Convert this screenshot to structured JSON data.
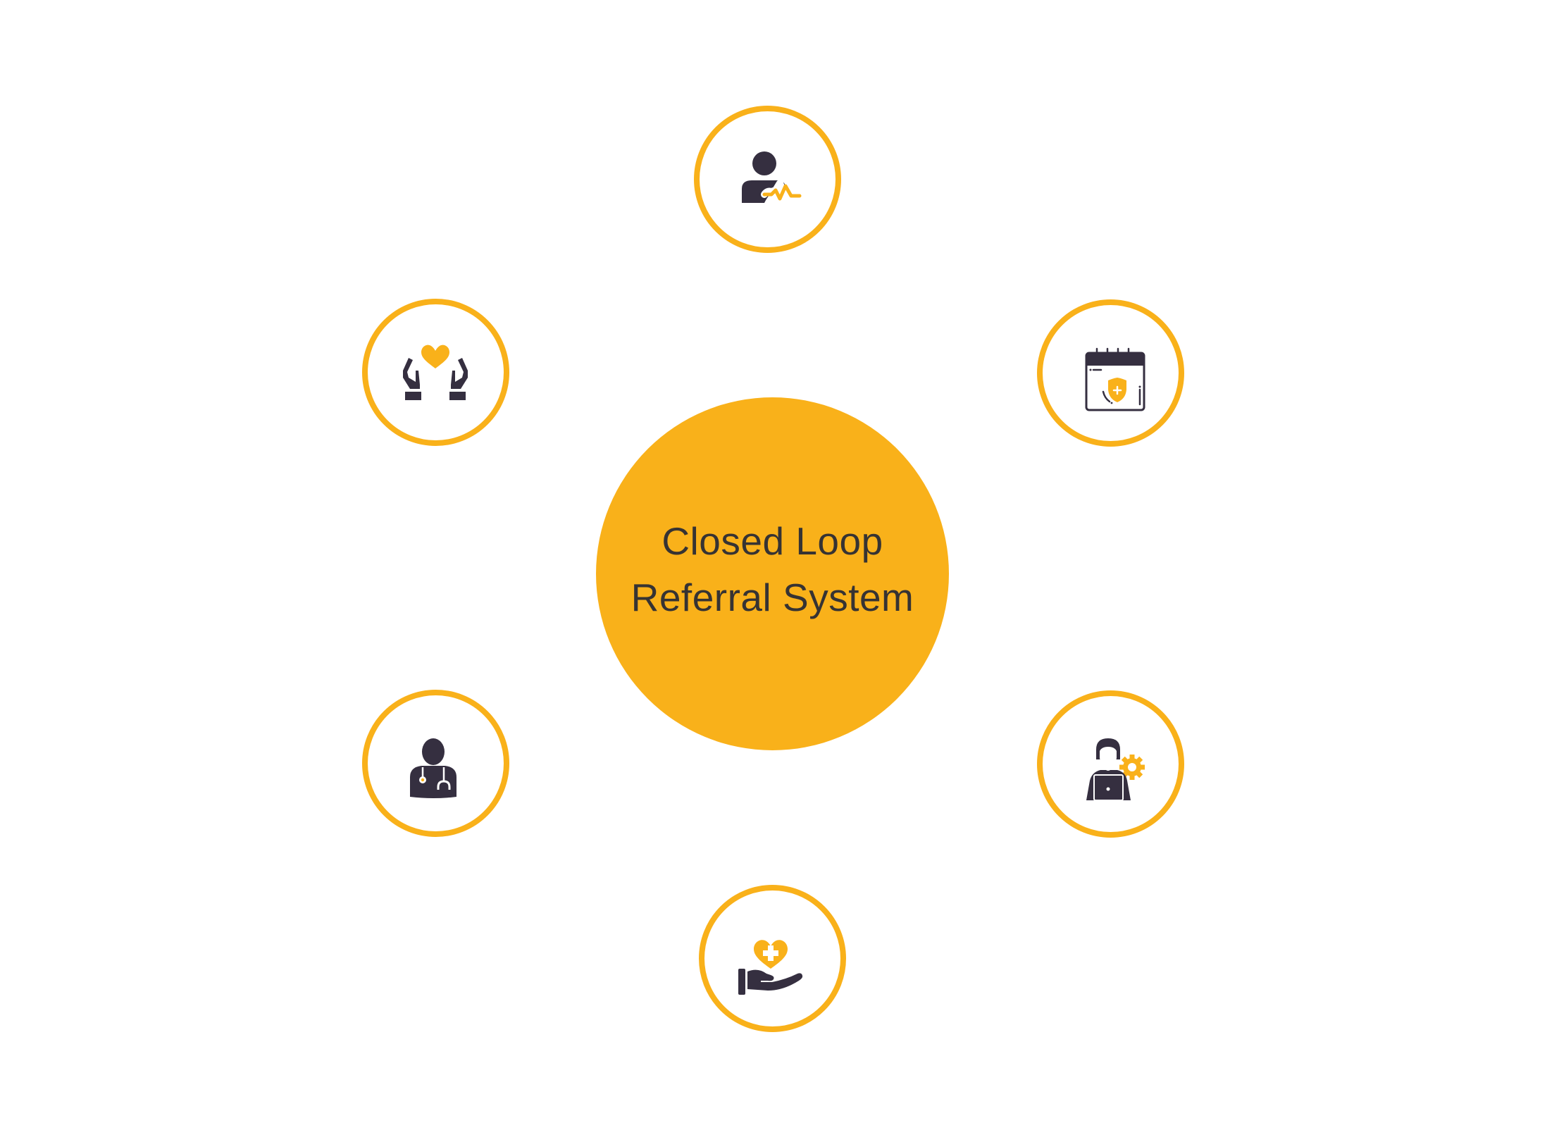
{
  "diagram": {
    "title_lines": [
      "Closed Loop",
      "Referral System"
    ],
    "colors": {
      "accent": "#f9b11a",
      "icon_dark": "#352f40",
      "text": "#363333",
      "background": "#ffffff"
    },
    "nodes": [
      {
        "id": "top",
        "icon": "patient-vitals-icon",
        "label": "Patient"
      },
      {
        "id": "top-right",
        "icon": "calendar-shield-icon",
        "label": "Scheduling"
      },
      {
        "id": "bottom-right",
        "icon": "admin-laptop-gear-icon",
        "label": "Administrator"
      },
      {
        "id": "bottom",
        "icon": "hand-heart-plus-icon",
        "label": "Care Services"
      },
      {
        "id": "bottom-left",
        "icon": "doctor-stethoscope-icon",
        "label": "Doctor"
      },
      {
        "id": "top-left",
        "icon": "hands-heart-icon",
        "label": "Caregiver"
      }
    ]
  }
}
